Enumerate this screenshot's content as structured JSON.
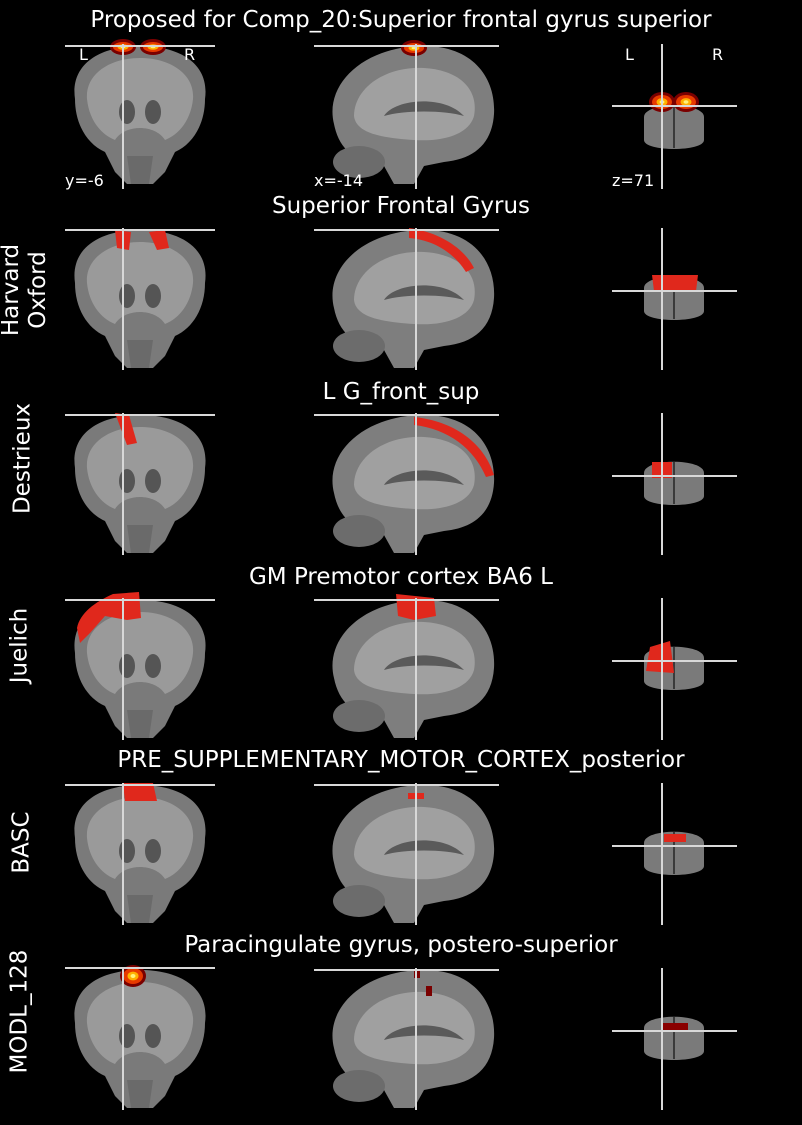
{
  "colors": {
    "background": "#000000",
    "crosshair": "#d8d8d8",
    "overlay_red": "#e0281c",
    "hot_bright": "#fff27a",
    "hot_dark": "#8a0000"
  },
  "rows": [
    {
      "title": "Proposed for Comp_20:Superior frontal gyrus superior",
      "side_label": "",
      "overlay": "hot",
      "coords": {
        "coronal": "y=-6",
        "sagittal": "x=-14",
        "axial": "z=71"
      },
      "orientation": {
        "left": "L",
        "right": "R"
      }
    },
    {
      "title": "Superior Frontal Gyrus",
      "side_label": "Harvard\nOxford",
      "overlay": "red"
    },
    {
      "title": "L G_front_sup",
      "side_label": "Destrieux",
      "overlay": "red"
    },
    {
      "title": "GM Premotor cortex BA6 L",
      "side_label": "Juelich",
      "overlay": "red"
    },
    {
      "title": "PRE_SUPPLEMENTARY_MOTOR_CORTEX_posterior",
      "side_label": "BASC",
      "overlay": "red"
    },
    {
      "title": "Paracingulate gyrus, postero-superior",
      "side_label": "MODL_128",
      "overlay": "hot"
    }
  ]
}
